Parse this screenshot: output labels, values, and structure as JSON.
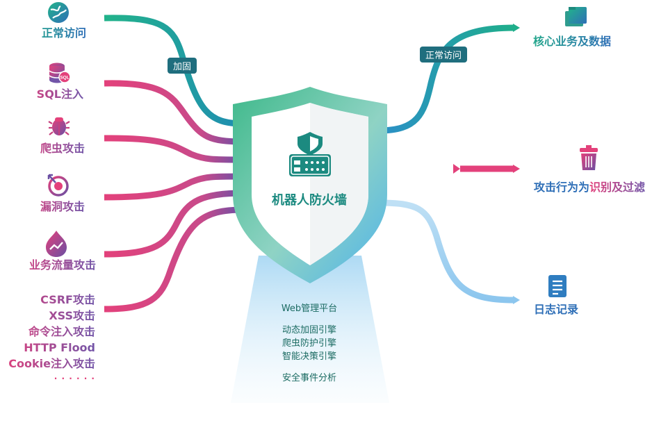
{
  "shield_title": "机器人防火墙",
  "features": {
    "web": "Web管理平台",
    "engines": [
      "动态加固引擎",
      "爬虫防护引擎",
      "智能决策引擎"
    ],
    "analysis": "安全事件分析"
  },
  "left_inputs": [
    {
      "label": "正常访问",
      "icon": "globe-icon"
    },
    {
      "label": "SQL注入",
      "icon": "database-sql-icon"
    },
    {
      "label": "爬虫攻击",
      "icon": "bug-icon"
    },
    {
      "label": "漏洞攻击",
      "icon": "target-icon"
    },
    {
      "label": "业务流量攻击",
      "icon": "flame-chart-icon"
    }
  ],
  "left_list": [
    "CSRF攻击",
    "XSS攻击",
    "命令注入攻击",
    "HTTP Flood",
    "Cookie注入攻击",
    "· · · · · ·"
  ],
  "tags": {
    "left": "加固",
    "right": "正常访问"
  },
  "right_outputs": [
    {
      "label": "核心业务及数据",
      "icon": "folder-stack-icon"
    },
    {
      "label_a": "攻击行为为",
      "label_b": "识别及过滤",
      "icon": "trash-icon"
    },
    {
      "label": "日志记录",
      "icon": "document-icon"
    }
  ],
  "colors": {
    "teal": "#22b38a",
    "blue": "#2f6fb7",
    "pink": "#e3417b",
    "purple": "#6b4fa3",
    "lightblue": "#7fbfe8"
  }
}
